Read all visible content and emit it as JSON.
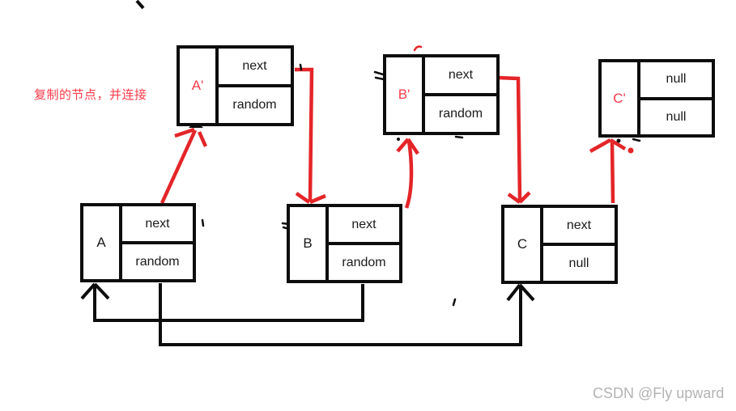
{
  "annotation": {
    "text": "复制的节点，并连接"
  },
  "watermark": {
    "text": "CSDN @Fly upward"
  },
  "colors": {
    "arrow_red": "#e42528",
    "annotation_red": "#fb3b4a",
    "box_black": "#0d0d0d",
    "watermark_gray": "#b3b3b6"
  },
  "nodes": {
    "a_copy": {
      "label": "A'",
      "field1": "next",
      "field2": "random"
    },
    "b_copy": {
      "label": "B'",
      "field1": "next",
      "field2": "random"
    },
    "c_copy": {
      "label": "C'",
      "field1": "null",
      "field2": "null"
    },
    "a": {
      "label": "A",
      "field1": "next",
      "field2": "random"
    },
    "b": {
      "label": "B",
      "field1": "next",
      "field2": "random"
    },
    "c": {
      "label": "C",
      "field1": "next",
      "field2": "null"
    }
  }
}
